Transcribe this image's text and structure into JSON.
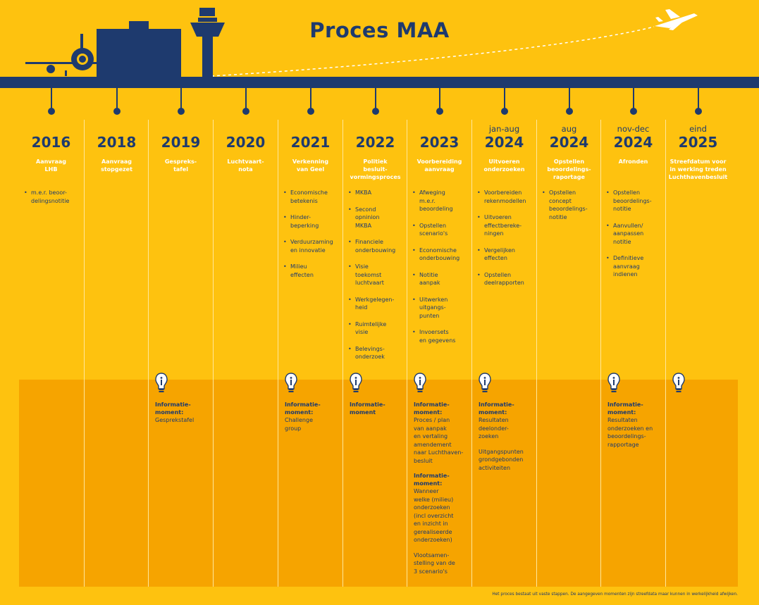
{
  "title": "Proces MAA",
  "colors": {
    "background": "#FEC20F",
    "navy": "#1E3A6E",
    "info_band": "#F6A400",
    "white": "#FFFFFF"
  },
  "icons": [
    "parked-airplane-icon",
    "terminal-building-icon",
    "control-tower-icon",
    "departing-airplane-icon",
    "lightbulb-info-icon"
  ],
  "columns": [
    {
      "prefix": "",
      "year": "2016",
      "phase": "Aanvraag\nLHB",
      "bullets": [
        "m.e.r. beoor-\ndelingsnotitie"
      ],
      "info": []
    },
    {
      "prefix": "",
      "year": "2018",
      "phase": "Aanvraag\nstopgezet",
      "bullets": [],
      "info": []
    },
    {
      "prefix": "",
      "year": "2019",
      "phase": "Gespreks-\ntafel",
      "bullets": [],
      "info": [
        {
          "title": "Informatie-\nmoment:",
          "text": "Gesprekstafel"
        }
      ]
    },
    {
      "prefix": "",
      "year": "2020",
      "phase": "Luchtvaart-\nnota",
      "bullets": [],
      "info": []
    },
    {
      "prefix": "",
      "year": "2021",
      "phase": "Verkenning\nvan Geel",
      "bullets": [
        "Economische\nbetekenis",
        "Hinder-\nbeperking",
        "Verduurzaming\nen innovatie",
        "Milieu\neffecten"
      ],
      "info": [
        {
          "title": "Informatie-\nmoment:",
          "text": "Challenge\ngroup"
        }
      ]
    },
    {
      "prefix": "",
      "year": "2022",
      "phase": "Politiek\nbesluit-\nvormingsproces",
      "bullets": [
        "MKBA",
        "Second\nopninion\nMKBA",
        "Financiele\nonderbouwing",
        "Visie\ntoekomst\nluchtvaart",
        "Werkgelegen-\nheid",
        "Ruimtelijke\nvisie",
        "Belevings-\nonderzoek"
      ],
      "info": [
        {
          "title": "Informatie-\nmoment",
          "text": ""
        }
      ]
    },
    {
      "prefix": "",
      "year": "2023",
      "phase": "Voorbereiding\naanvraag",
      "bullets": [
        "Afweging\nm.e.r.\nbeoordeling",
        "Opstellen\nscenario's",
        "Economische\nonderbouwing",
        "Notitie\naanpak",
        "Uitwerken\nuitgangs-\npunten",
        "Invoersets\nen gegevens"
      ],
      "info": [
        {
          "title": "Informatie-\nmoment:",
          "text": "Proces / plan\nvan aanpak\nen vertaling\namendement\nnaar Luchthaven-\nbesluit"
        },
        {
          "title": "Informatie-\nmoment:",
          "text": "Wanneer\nwelke (milieu)\nonderzoeken\n(incl overzicht\nen inzicht in\ngerealiseerde\nonderzoeken)"
        },
        {
          "title": "",
          "text": "Vlootsamen-\nstelling van de\n3 scenario's"
        }
      ]
    },
    {
      "prefix": "jan-aug",
      "year": "2024",
      "phase": "Uitvoeren\nonderzoeken",
      "bullets": [
        "Voorbereiden\nrekenmodellen",
        "Uitvoeren\neffectbereke-\nningen",
        "Vergelijken\neffecten",
        "Opstellen\ndeelrapporten"
      ],
      "info": [
        {
          "title": "Informatie-\nmoment:",
          "text": "Resultaten\ndeelonder-\nzoeken"
        },
        {
          "title": "",
          "text": "Uitgangspunten\ngrondgebonden\nactiviteiten"
        }
      ]
    },
    {
      "prefix": "aug",
      "year": "2024",
      "phase": "Opstellen\nbeoordelings-\nraportage",
      "bullets": [
        "Opstellen\nconcept\nbeoordelings-\nnotitie"
      ],
      "info": []
    },
    {
      "prefix": "nov-dec",
      "year": "2024",
      "phase": "Afronden",
      "bullets": [
        "Opstellen\nbeoordelings-\nnotitie",
        "Aanvullen/\naanpassen\nnotitie",
        "Definitieve\naanvraag\nindienen"
      ],
      "info": [
        {
          "title": "Informatie-\nmoment:",
          "text": "Resultaten\nonderzoeken en\nbeoordelings-\nrapportage"
        }
      ]
    },
    {
      "prefix": "eind",
      "year": "2025",
      "phase": "Streefdatum voor\nin werking treden\nLuchthavenbesluit",
      "bullets": [],
      "info": []
    }
  ],
  "footnote": "Het proces bestaat uit vaste stappen. De aangegeven momenten zijn streefdata maar kunnen in werkelijkheid afwijken."
}
